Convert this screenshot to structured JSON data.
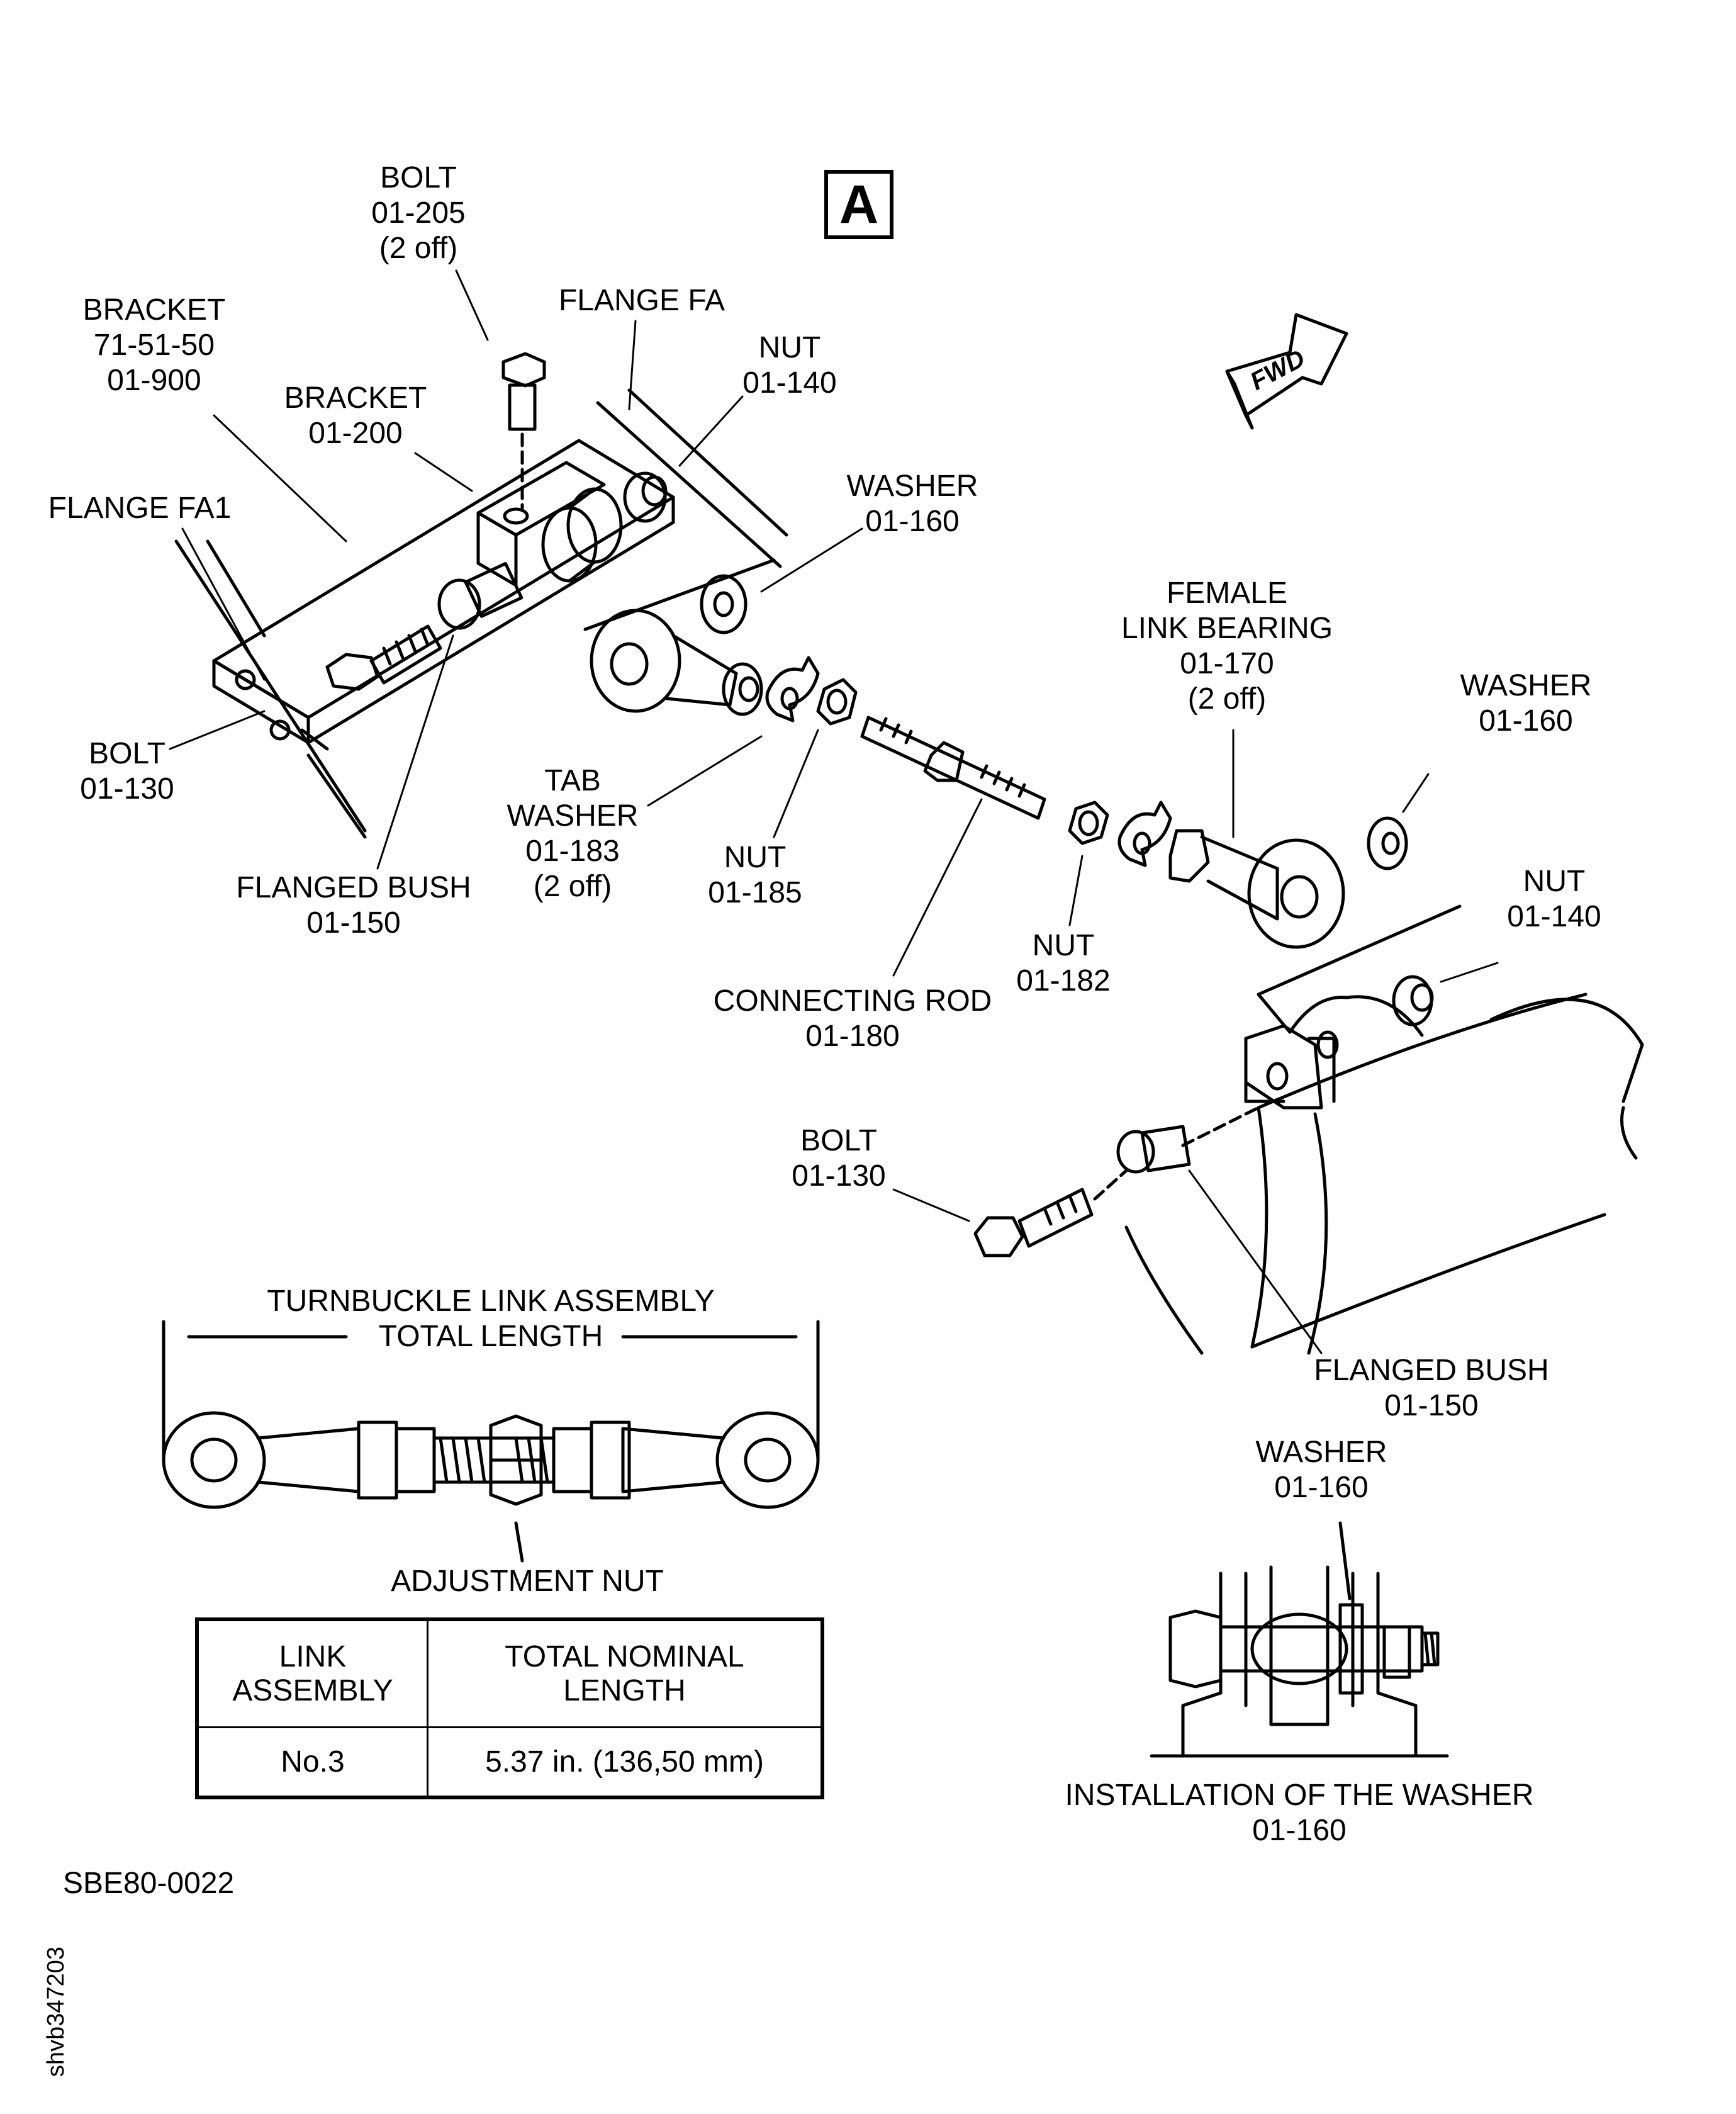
{
  "view_badge": "A",
  "fwd_label": "FWD",
  "figure_code": "SBE80-0022",
  "sheet_code": "shvb347203",
  "labels": {
    "bolt_205": [
      "BOLT",
      "01-205",
      "(2 off)"
    ],
    "bracket_900": [
      "BRACKET",
      "71-51-50",
      "01-900"
    ],
    "flange_fa": [
      "FLANGE FA"
    ],
    "nut_140_top": [
      "NUT",
      "01-140"
    ],
    "bracket_200": [
      "BRACKET",
      "01-200"
    ],
    "flange_fa1": [
      "FLANGE FA1"
    ],
    "washer_160_top": [
      "WASHER",
      "01-160"
    ],
    "female_link_bearing": [
      "FEMALE",
      "LINK BEARING",
      "01-170",
      "(2 off)"
    ],
    "washer_160_right": [
      "WASHER",
      "01-160"
    ],
    "bolt_130_left": [
      "BOLT",
      "01-130"
    ],
    "tab_washer": [
      "TAB",
      "WASHER",
      "01-183",
      "(2 off)"
    ],
    "nut_185": [
      "NUT",
      "01-185"
    ],
    "flanged_bush_left": [
      "FLANGED BUSH",
      "01-150"
    ],
    "nut_140_right": [
      "NUT",
      "01-140"
    ],
    "nut_182": [
      "NUT",
      "01-182"
    ],
    "connecting_rod": [
      "CONNECTING ROD",
      "01-180"
    ],
    "bolt_130_right": [
      "BOLT",
      "01-130"
    ],
    "turnbuckle_total": [
      "TURNBUCKLE LINK ASSEMBLY",
      "TOTAL LENGTH"
    ],
    "flanged_bush_right": [
      "FLANGED BUSH",
      "01-150"
    ],
    "washer_160_bottom": [
      "WASHER",
      "01-160"
    ],
    "adjustment_nut": [
      "ADJUSTMENT NUT"
    ],
    "installation_washer": [
      "INSTALLATION OF THE WASHER",
      "01-160"
    ]
  },
  "table": {
    "headers": [
      [
        "LINK",
        "ASSEMBLY"
      ],
      [
        "TOTAL NOMINAL",
        "LENGTH"
      ]
    ],
    "rows": [
      [
        "No.3",
        "5.37 in. (136,50 mm)"
      ]
    ]
  }
}
